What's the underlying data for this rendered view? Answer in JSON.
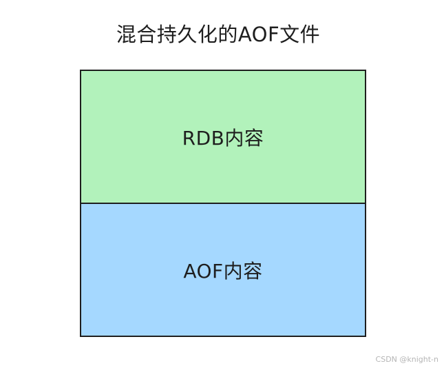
{
  "title": "混合持久化的AOF文件",
  "blocks": {
    "rdb": {
      "label": "RDB内容",
      "color": "#b2f2bb"
    },
    "aof": {
      "label": "AOF内容",
      "color": "#a5d8ff"
    }
  },
  "watermark": "CSDN @knight-n"
}
